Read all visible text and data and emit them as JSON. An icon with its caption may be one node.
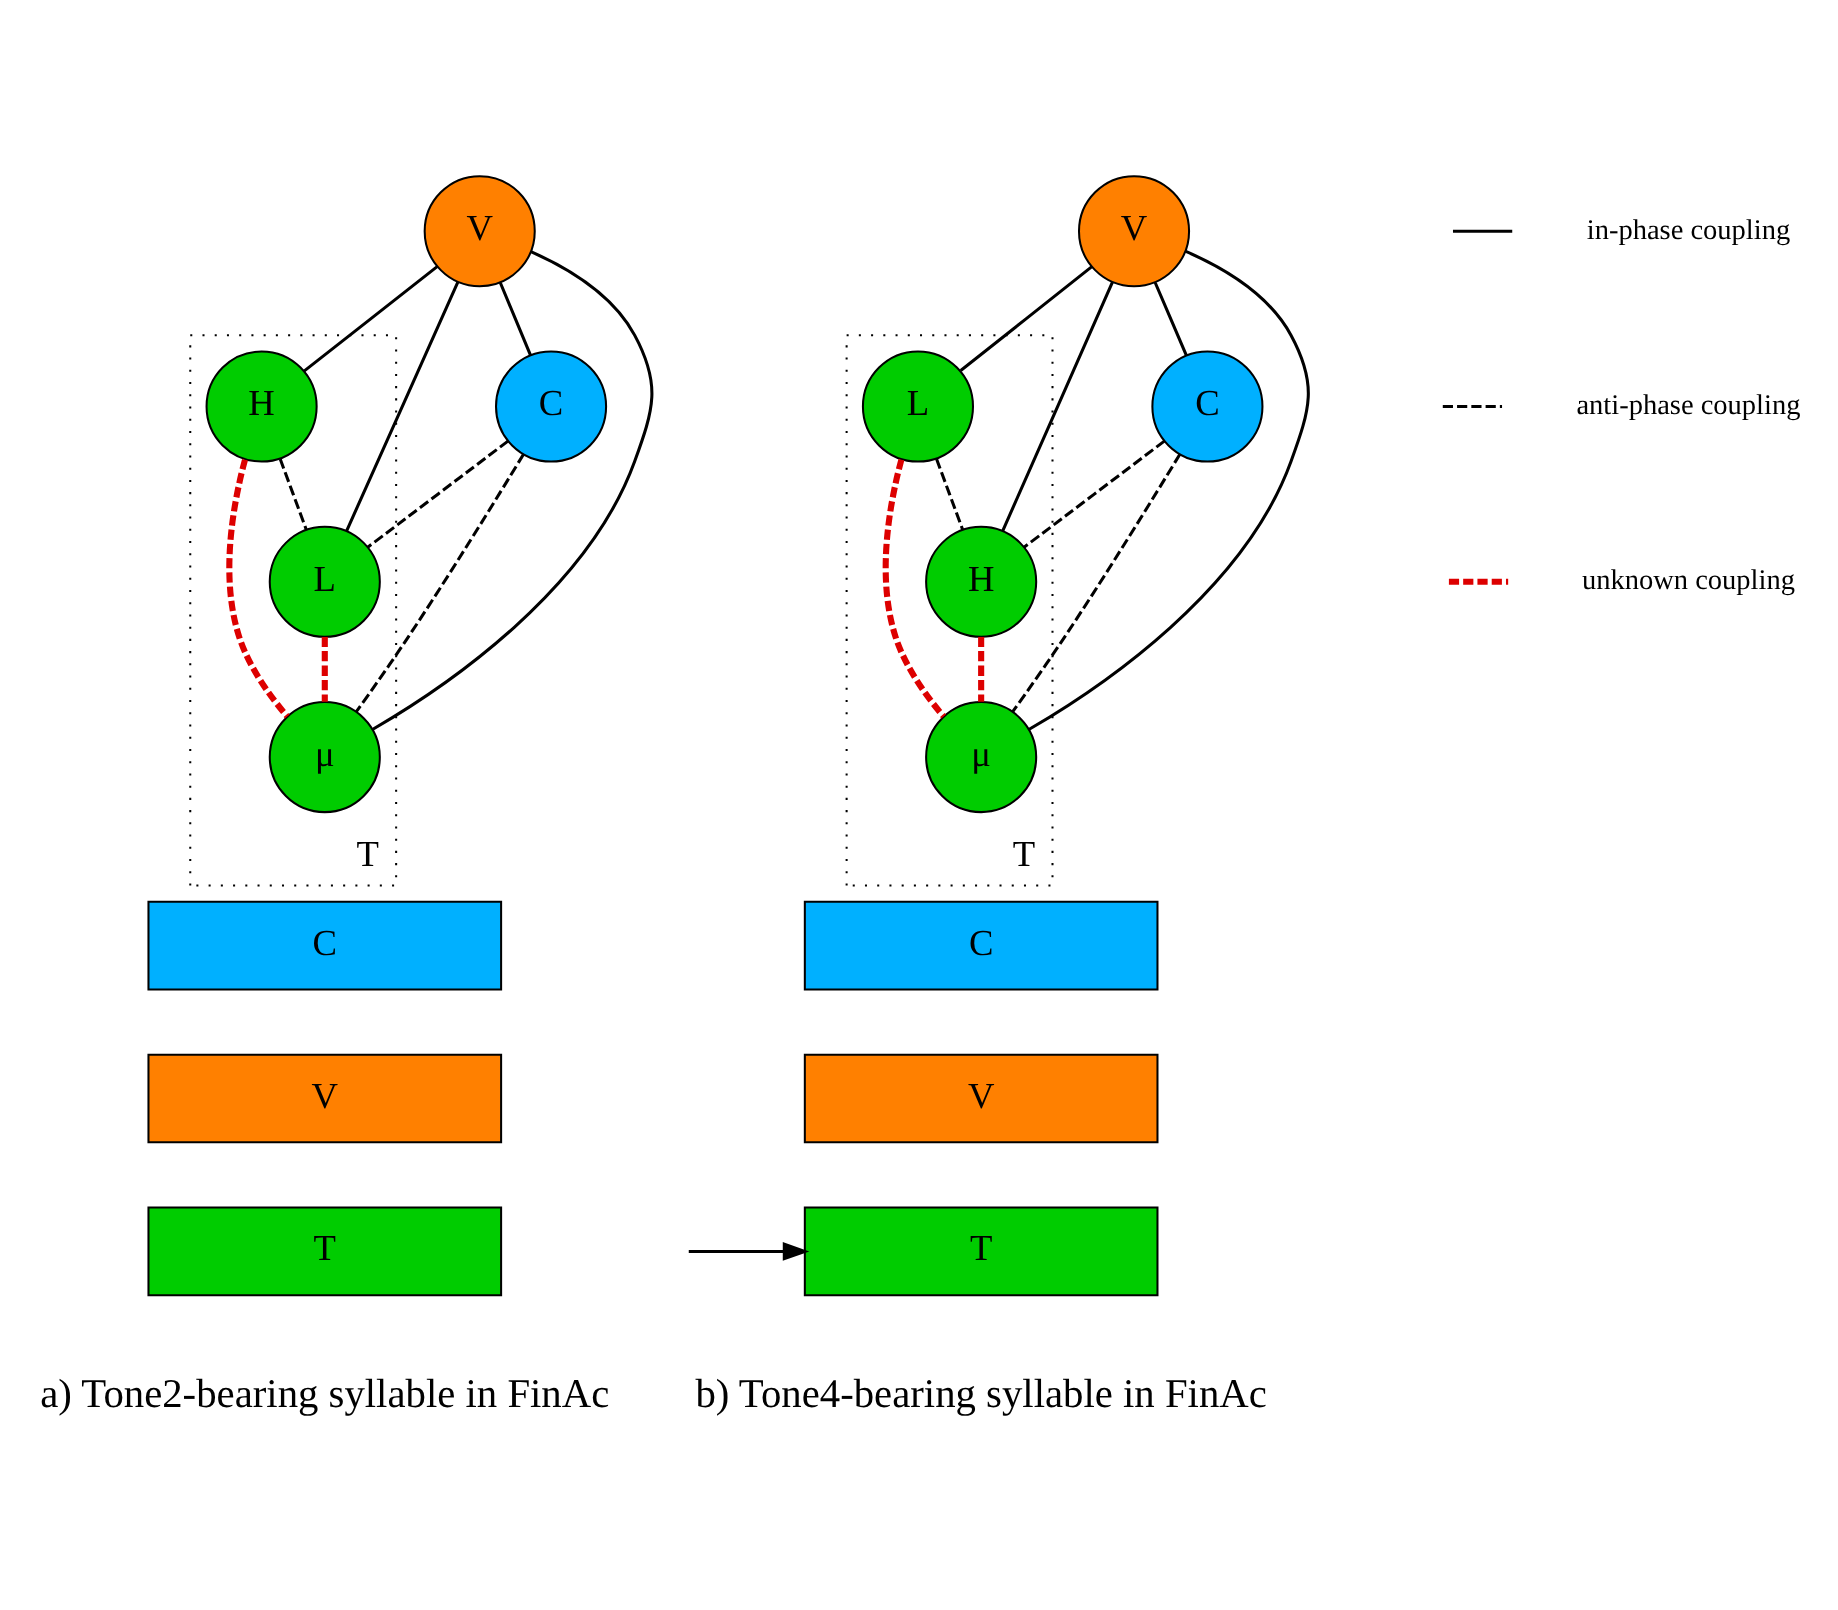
{
  "diagram": {
    "nodes": [
      {
        "text": [
          "V"
        ]
      },
      {
        "text": [
          "C"
        ]
      },
      {
        "text": [
          "T"
        ]
      },
      {
        "text": [
          "H"
        ],
        "in": 2
      },
      {
        "text": [
          "L"
        ],
        "in": 2
      },
      {
        "text": [
          "μ"
        ],
        "in": 2
      },
      {
        "text": [
          "V"
        ]
      },
      {
        "text": [
          "C"
        ]
      },
      {
        "text": [
          "T"
        ]
      },
      {
        "text": [
          "L"
        ],
        "in": 8
      },
      {
        "text": [
          "H"
        ],
        "in": 8
      },
      {
        "text": [
          "μ"
        ],
        "in": 8
      },
      {
        "text": [
          "C"
        ]
      },
      {
        "text": [
          "V"
        ]
      },
      {
        "text": [
          "T"
        ]
      },
      {
        "text": [
          "C"
        ]
      },
      {
        "text": [
          "V"
        ]
      },
      {
        "text": [
          "T"
        ]
      }
    ],
    "edges": [
      {
        "from": 0,
        "to": 1,
        "arrow": "none"
      },
      {
        "from": 0,
        "to": 3,
        "arrow": "none"
      },
      {
        "from": 0,
        "to": 4,
        "arrow": "none"
      },
      {
        "from": 0,
        "to": 5,
        "arrow": "none"
      },
      {
        "from": 1,
        "to": 4,
        "arrow": "none",
        "style": "dashed"
      },
      {
        "from": 1,
        "to": 5,
        "arrow": "none",
        "style": "dashed"
      },
      {
        "from": 3,
        "to": 4,
        "arrow": "none",
        "style": "dashed"
      },
      {
        "from": 3,
        "to": 5,
        "arrow": "none",
        "style": "dashed",
        "color": "#dd0000"
      },
      {
        "from": 4,
        "to": 5,
        "arrow": "none",
        "style": "dashed",
        "color": "#dd0000"
      },
      {
        "from": 6,
        "to": 7,
        "arrow": "none"
      },
      {
        "from": 6,
        "to": 9,
        "arrow": "none"
      },
      {
        "from": 6,
        "to": 10,
        "arrow": "none"
      },
      {
        "from": 6,
        "to": 11,
        "arrow": "none"
      },
      {
        "from": 7,
        "to": 10,
        "arrow": "none",
        "style": "dashed"
      },
      {
        "from": 7,
        "to": 11,
        "arrow": "none",
        "style": "dashed"
      },
      {
        "from": 9,
        "to": 10,
        "arrow": "none",
        "style": "dashed"
      },
      {
        "from": 10,
        "to": 11,
        "arrow": "none",
        "style": "dashed",
        "color": "#dd0000"
      },
      {
        "from": 9,
        "to": 11,
        "arrow": "none",
        "style": "dashed",
        "color": "#dd0000"
      },
      {
        "from": null,
        "to": 17,
        "arrow": "to"
      }
    ],
    "labels": [
      "a) Tone2-bearing syllable in FinAc",
      "b) Tone4-bearing syllable in FinAc"
    ],
    "legend": [
      {
        "text": "in-phase coupling"
      },
      {
        "text": "anti-phase coupling"
      },
      {
        "text": "unknown coupling"
      }
    ]
  }
}
